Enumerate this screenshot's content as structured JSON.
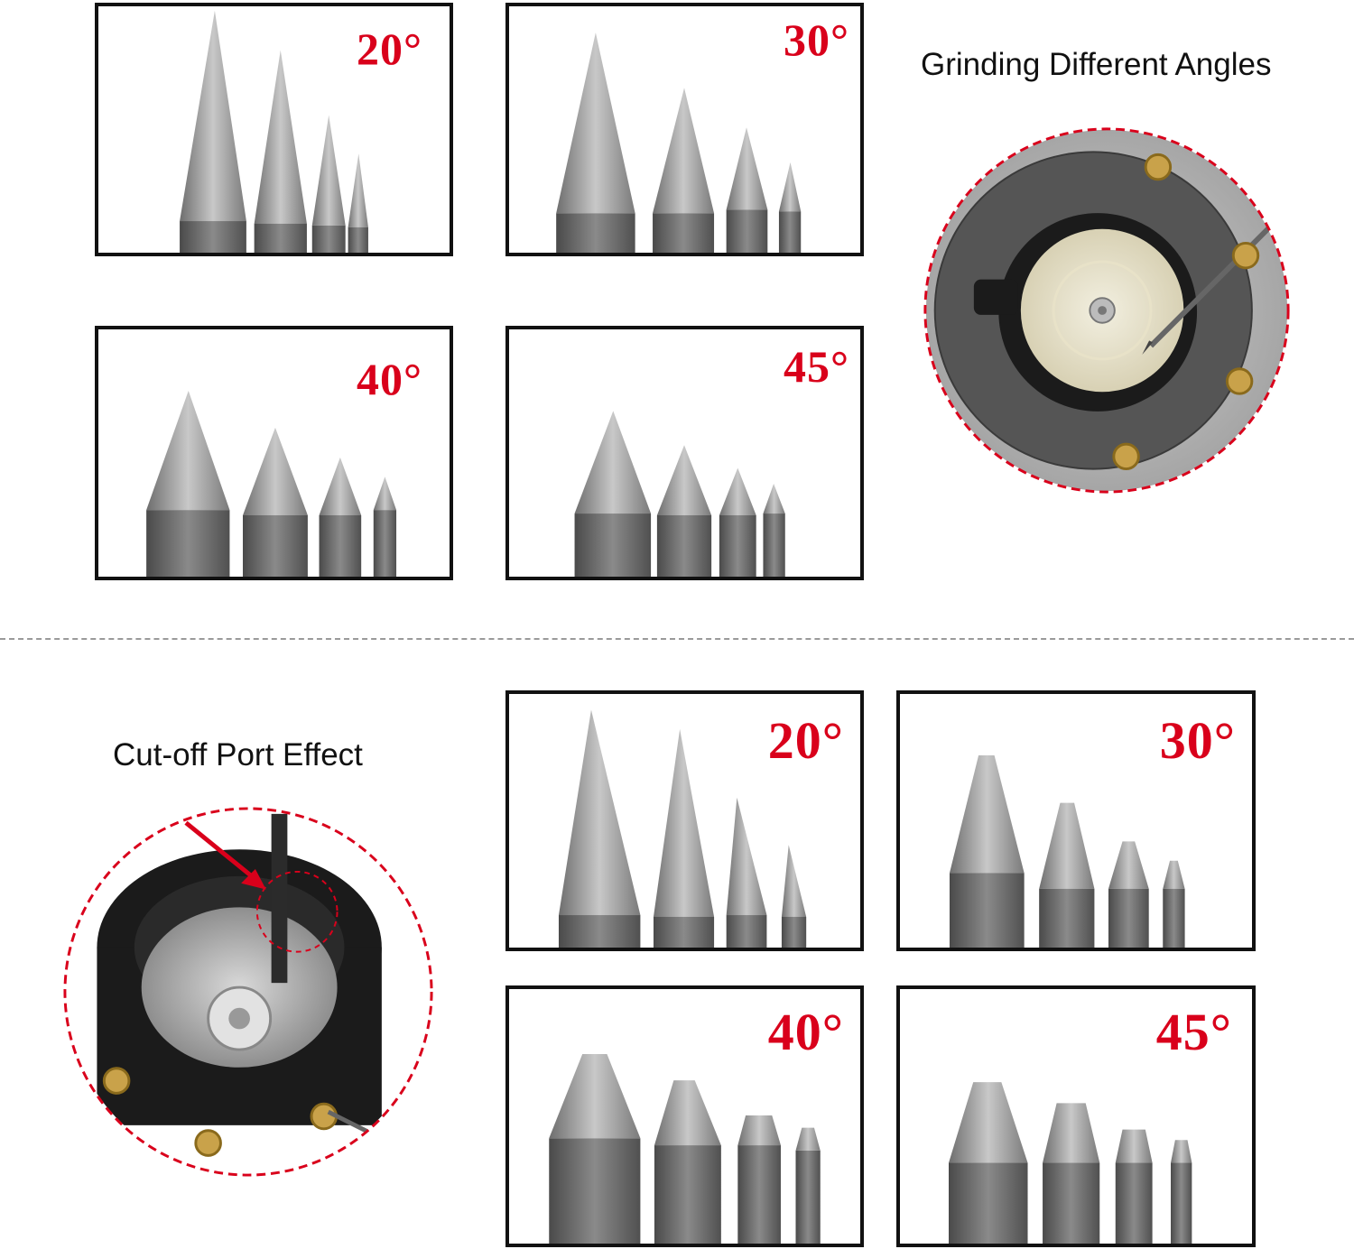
{
  "top_section": {
    "caption": "Grinding Different Angles",
    "panels": [
      {
        "label": "20°"
      },
      {
        "label": "30°"
      },
      {
        "label": "40°"
      },
      {
        "label": "45°"
      }
    ]
  },
  "bottom_section": {
    "caption": "Cut-off Port Effect",
    "panels": [
      {
        "label": "20°"
      },
      {
        "label": "30°"
      },
      {
        "label": "40°"
      },
      {
        "label": "45°"
      }
    ]
  },
  "colors": {
    "accent_red": "#d9001b",
    "frame_border": "#111111",
    "metal": "#9a9a9a",
    "tool_body": "#1b1b1b",
    "brass": "#c9a24a"
  }
}
